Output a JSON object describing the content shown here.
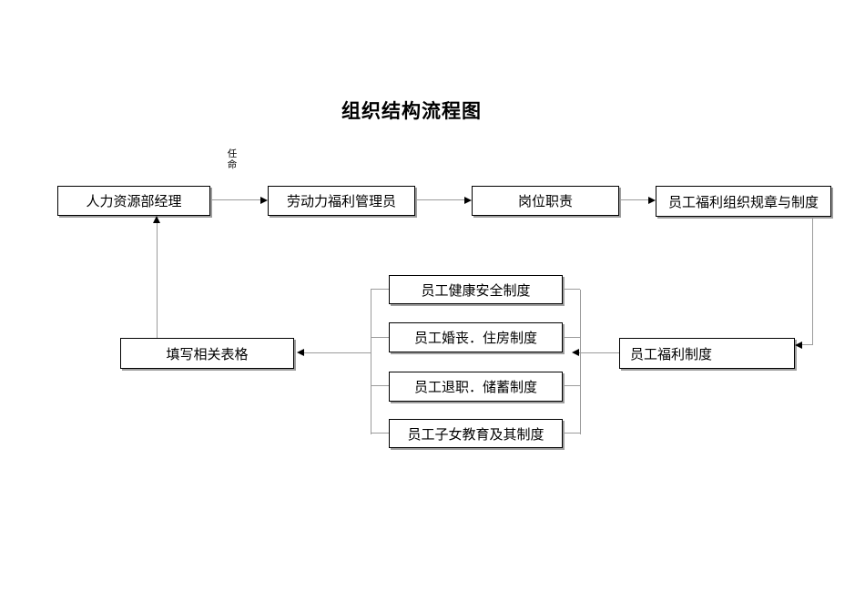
{
  "title": "组织结构流程图",
  "annotations": {
    "appointment": "任命"
  },
  "nodes": {
    "hr_manager": {
      "label": "人力资源部经理"
    },
    "welfare_admin": {
      "label": "劳动力福利管理员"
    },
    "job_duties": {
      "label": "岗位职责"
    },
    "org_rules": {
      "label": "员工福利组织规章与制度"
    },
    "health_safety": {
      "label": "员工健康安全制度"
    },
    "marriage_housing": {
      "label": "员工婚丧．住房制度"
    },
    "retirement_savings": {
      "label": "员工退职．储蓄制度"
    },
    "children_education": {
      "label": "员工子女教育及其制度"
    },
    "fill_forms": {
      "label": "填写相关表格"
    },
    "welfare_system": {
      "label": "员工福利制度"
    }
  },
  "groups": {
    "welfare_items": [
      "health_safety",
      "marriage_housing",
      "retirement_savings",
      "children_education"
    ]
  },
  "edges": [
    {
      "from": "hr_manager",
      "to": "welfare_admin",
      "label": "任命"
    },
    {
      "from": "welfare_admin",
      "to": "job_duties"
    },
    {
      "from": "job_duties",
      "to": "org_rules"
    },
    {
      "from": "org_rules",
      "to": "welfare_system"
    },
    {
      "from": "welfare_system",
      "to": "welfare_items"
    },
    {
      "from": "welfare_items",
      "to": "fill_forms"
    },
    {
      "from": "fill_forms",
      "to": "hr_manager"
    }
  ],
  "colors": {
    "background": "#ffffff",
    "box_border": "#000000",
    "box_shadow": "#9e9e9e",
    "connector_line": "#9b9b9b",
    "arrowhead": "#000000",
    "text": "#000000"
  }
}
